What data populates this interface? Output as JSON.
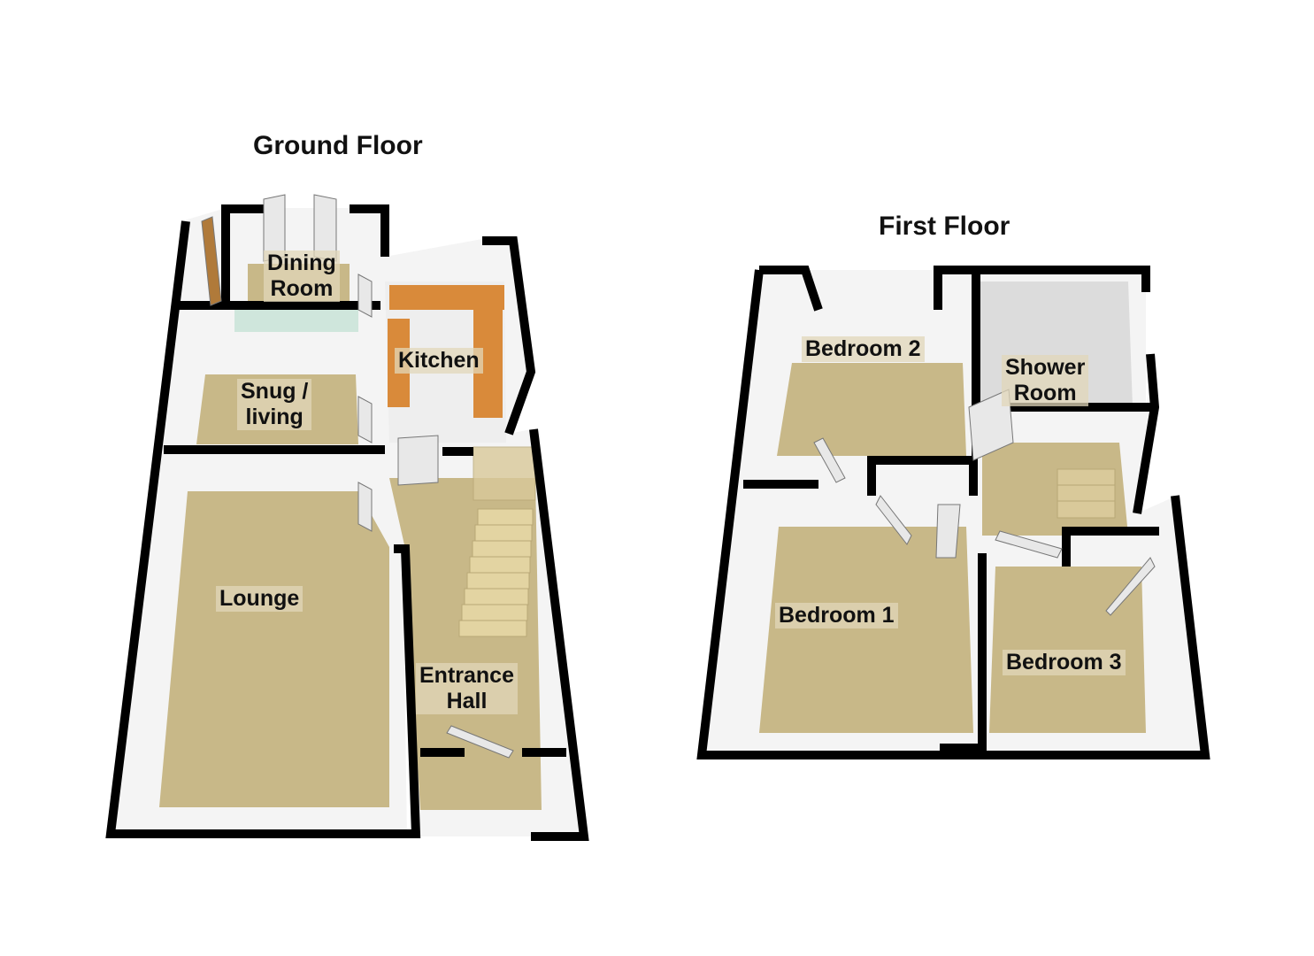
{
  "ground_floor": {
    "title": "Ground Floor",
    "rooms": {
      "dining": [
        "Dining",
        "Room"
      ],
      "kitchen": "Kitchen",
      "snug": [
        "Snug /",
        "living"
      ],
      "lounge": "Lounge",
      "entrance": [
        "Entrance",
        "Hall"
      ]
    }
  },
  "first_floor": {
    "title": "First Floor",
    "rooms": {
      "bedroom2": "Bedroom 2",
      "shower": [
        "Shower",
        "Room"
      ],
      "bedroom1": "Bedroom 1",
      "bedroom3": "Bedroom 3"
    }
  },
  "colors": {
    "wall": "#000000",
    "carpet": "#c8b888",
    "wall_face": "#f4f4f4",
    "counter": "#d98a3a",
    "glass": "#cfe6dc"
  }
}
